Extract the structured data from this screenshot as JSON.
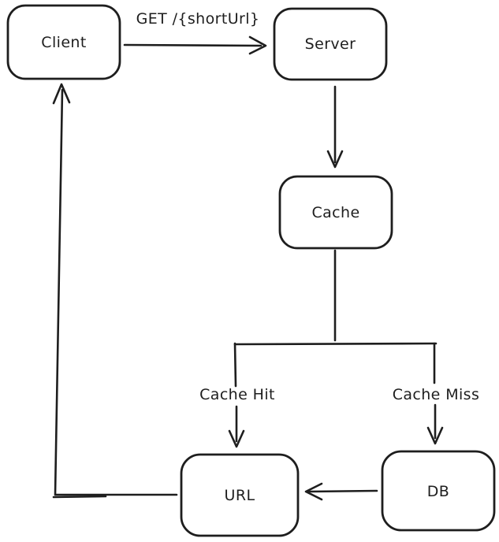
{
  "diagram": {
    "type": "flowchart",
    "style": "hand-drawn",
    "colors": {
      "stroke": "#1e1e1e",
      "background": "#ffffff"
    },
    "nodes": [
      {
        "id": "client",
        "label": "Client"
      },
      {
        "id": "server",
        "label": "Server"
      },
      {
        "id": "cache",
        "label": "Cache"
      },
      {
        "id": "url",
        "label": "URL"
      },
      {
        "id": "db",
        "label": "DB"
      }
    ],
    "edges": [
      {
        "from": "client",
        "to": "server",
        "label": "GET /{shortUrl}"
      },
      {
        "from": "server",
        "to": "cache",
        "label": ""
      },
      {
        "from": "cache",
        "to": "url",
        "label": "Cache Hit"
      },
      {
        "from": "cache",
        "to": "db",
        "label": "Cache Miss"
      },
      {
        "from": "db",
        "to": "url",
        "label": ""
      },
      {
        "from": "url",
        "to": "client",
        "label": ""
      }
    ]
  }
}
